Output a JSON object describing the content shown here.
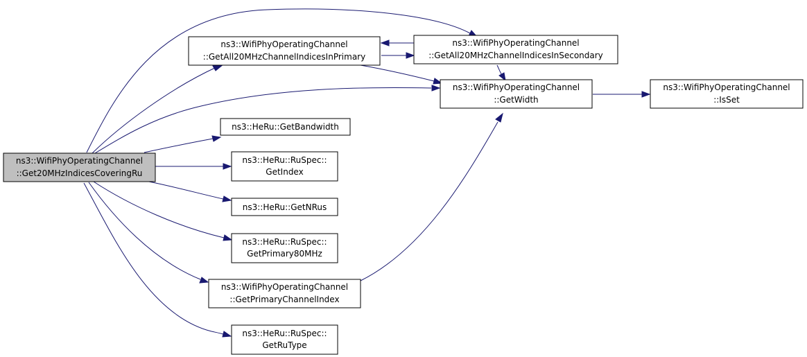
{
  "colors": {
    "node_fill": "#ffffff",
    "root_fill": "#bfbfbf",
    "edge": "#191970",
    "border": "#000000"
  },
  "nodes": {
    "root": [
      "ns3::WifiPhyOperatingChannel",
      "::Get20MHzIndicesCoveringRu"
    ],
    "all20primary": [
      "ns3::WifiPhyOperatingChannel",
      "::GetAll20MHzChannelIndicesInPrimary"
    ],
    "all20secondary": [
      "ns3::WifiPhyOperatingChannel",
      "::GetAll20MHzChannelIndicesInSecondary"
    ],
    "getwidth": [
      "ns3::WifiPhyOperatingChannel",
      "::GetWidth"
    ],
    "isset": [
      "ns3::WifiPhyOperatingChannel",
      "::IsSet"
    ],
    "getbandwidth": [
      "ns3::HeRu::GetBandwidth"
    ],
    "getindex": [
      "ns3::HeRu::RuSpec::",
      "GetIndex"
    ],
    "getnrus": [
      "ns3::HeRu::GetNRus"
    ],
    "getprimary80": [
      "ns3::HeRu::RuSpec::",
      "GetPrimary80MHz"
    ],
    "getprimarychannelindex": [
      "ns3::WifiPhyOperatingChannel",
      "::GetPrimaryChannelIndex"
    ],
    "getrutype": [
      "ns3::HeRu::RuSpec::",
      "GetRuType"
    ]
  }
}
